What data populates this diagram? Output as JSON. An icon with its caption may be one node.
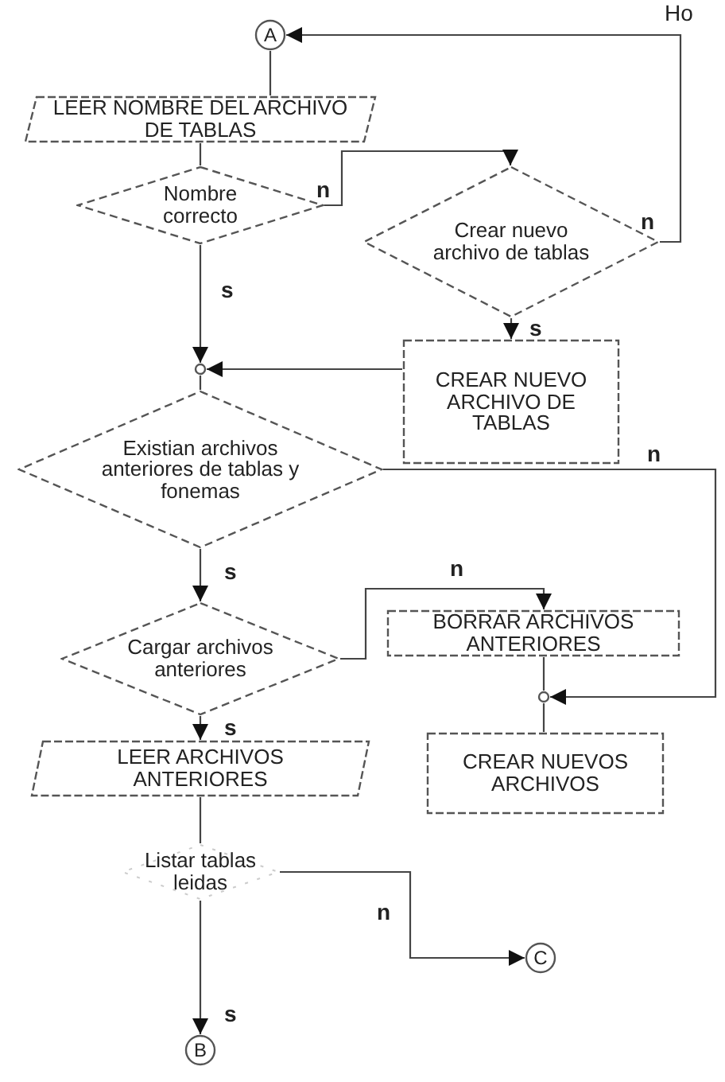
{
  "diagram": {
    "nodes": [
      {
        "text": [
          "A"
        ]
      },
      {
        "text": [
          "LEER NOMBRE DEL ARCHIVO DE TABLAS"
        ]
      },
      {
        "text": [
          "Nombre correcto"
        ]
      },
      {
        "text": [
          "Crear nuevo archivo de tablas"
        ]
      },
      {
        "text": [],
        "shape": "circle"
      },
      {
        "text": [
          "CREAR NUEVO ARCHIVO DE TABLAS"
        ]
      },
      {
        "text": [
          "Existian archivos anteriores de tablas y fonemas"
        ]
      },
      {
        "text": [
          "Cargar archivos anteriores"
        ]
      },
      {
        "text": [
          "BORRAR ARCHIVOS ANTERIORES"
        ]
      },
      {
        "text": [],
        "shape": "circle"
      },
      {
        "text": [
          "LEER ARCHIVOS ANTERIORES"
        ]
      },
      {
        "text": [
          "CREAR NUEVOS ARCHIVOS"
        ]
      },
      {
        "text": [
          "Listar tablas leidas"
        ]
      },
      {
        "text": [
          "C"
        ]
      },
      {
        "text": [
          "B"
        ]
      }
    ],
    "edges": [
      {
        "from": 0,
        "to": 1,
        "arrow": "none"
      },
      {
        "from": 1,
        "to": 2,
        "arrow": "none"
      },
      {
        "from": 2,
        "to": 3,
        "arrow": "to",
        "label": "n"
      },
      {
        "from": 3,
        "to": 0,
        "arrow": "to",
        "label": "n"
      },
      {
        "from": 3,
        "to": 5,
        "arrow": "to",
        "label": "s"
      },
      {
        "from": 5,
        "to": 4,
        "arrow": "to"
      },
      {
        "from": 2,
        "to": 4,
        "arrow": "to",
        "label": "s"
      },
      {
        "from": 4,
        "to": 6,
        "arrow": "none"
      },
      {
        "from": 6,
        "to": 9,
        "arrow": "to",
        "label": "n"
      },
      {
        "from": 6,
        "to": 7,
        "arrow": "to",
        "label": "s"
      },
      {
        "from": 7,
        "to": 8,
        "arrow": "to",
        "label": "n"
      },
      {
        "from": 8,
        "to": 9,
        "arrow": "none"
      },
      {
        "from": 9,
        "to": 11,
        "arrow": "none"
      },
      {
        "from": 7,
        "to": 10,
        "arrow": "to",
        "label": "s"
      },
      {
        "from": 10,
        "to": 12,
        "arrow": "none"
      },
      {
        "from": 12,
        "to": 14,
        "arrow": "to",
        "label": "s"
      },
      {
        "from": 12,
        "to": 13,
        "arrow": "to",
        "label": "n"
      }
    ],
    "labels": [
      "Ho"
    ]
  }
}
